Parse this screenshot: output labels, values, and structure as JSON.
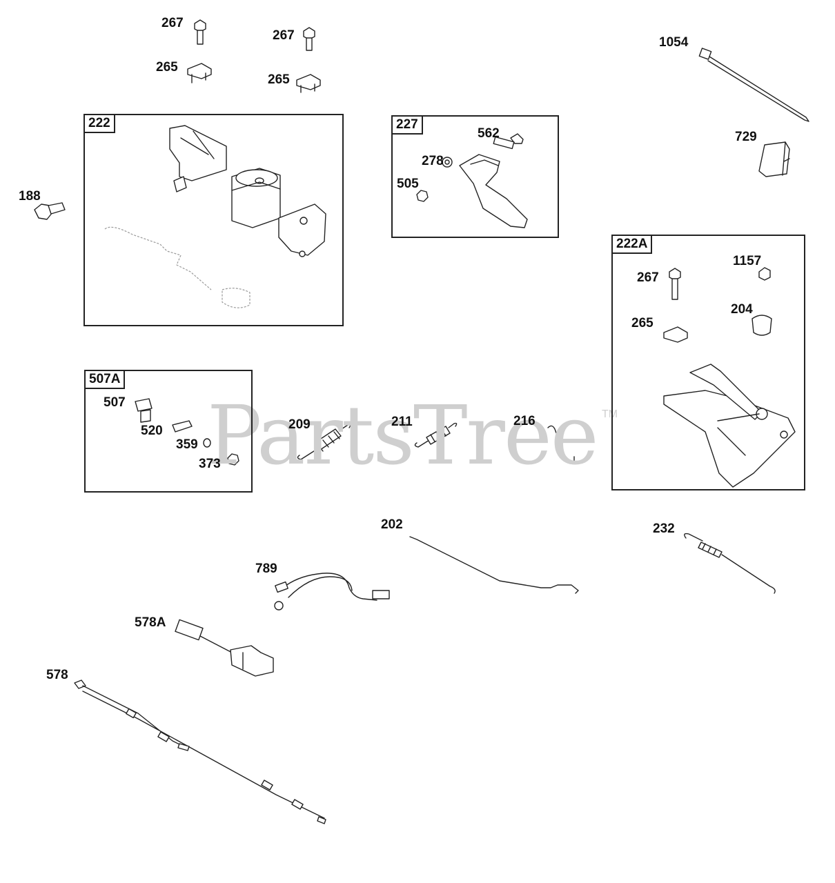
{
  "watermark": {
    "text": "PartsTree",
    "tm": "TM"
  },
  "groups": {
    "g222": "222",
    "g227": "227",
    "g222A": "222A",
    "g507A": "507A"
  },
  "parts": {
    "p267a": "267",
    "p267b": "267",
    "p265a": "265",
    "p265b": "265",
    "p1054": "1054",
    "p729": "729",
    "p188": "188",
    "p562": "562",
    "p278": "278",
    "p505": "505",
    "p1157": "1157",
    "p267c": "267",
    "p204": "204",
    "p265c": "265",
    "p507": "507",
    "p520": "520",
    "p359": "359",
    "p373": "373",
    "p209": "209",
    "p211": "211",
    "p216": "216",
    "p202": "202",
    "p232": "232",
    "p789": "789",
    "p578A": "578A",
    "p578": "578"
  }
}
